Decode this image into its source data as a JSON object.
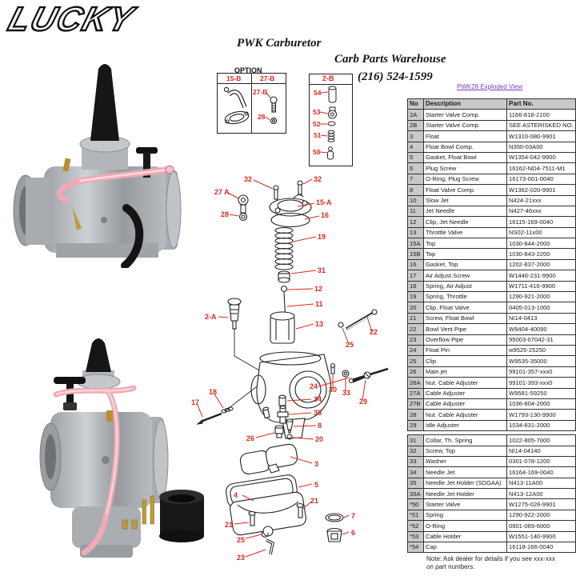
{
  "logo": {
    "text": "LUCKY"
  },
  "header": {
    "line1": "PWK Carburetor",
    "line2": "Carb Parts Warehouse",
    "line3": "(216) 524-1599"
  },
  "link": {
    "label": "PWK28 Exploded View"
  },
  "option_box": {
    "title": "OPTION",
    "col1_label": "15-B",
    "col2_label": "27-B",
    "inner_label_1": "27-B",
    "inner_label_2": "28"
  },
  "choke_box": {
    "title": "2-B",
    "labels": [
      "54",
      "53",
      "52",
      "51",
      "50"
    ]
  },
  "diagram": {
    "labels": [
      "32",
      "32",
      "27 A",
      "28",
      "15-A",
      "16",
      "19",
      "31",
      "12",
      "11",
      "2-A",
      "13",
      "22",
      "25",
      "24",
      "30",
      "33",
      "29",
      "18",
      "17",
      "34",
      "35",
      "8",
      "26",
      "20",
      "3",
      "5",
      "4",
      "21",
      "21",
      "7",
      "6",
      "25",
      "23"
    ]
  },
  "parts_table": {
    "headers": [
      "No",
      "Description",
      "Part No."
    ],
    "group1": [
      {
        "no": "2A",
        "desc": "Starter Valve Comp.",
        "part": "1166-818-2100"
      },
      {
        "no": "2B",
        "desc": "Starter Valve Comp.",
        "part": "SEE ASTERISKED NO."
      },
      {
        "no": "3",
        "desc": "Float",
        "part": "W1310-080-9901"
      },
      {
        "no": "4",
        "desc": "Float Bowl Comp.",
        "part": "N350-03A00"
      },
      {
        "no": "5",
        "desc": "Gasket, Float Bowl",
        "part": "W1354-042-9900"
      },
      {
        "no": "6",
        "desc": "Plug Screw",
        "part": "16162-ND4-7511-M1"
      },
      {
        "no": "7",
        "desc": "O-Ring, Plug Screw",
        "part": "16173-001-0040"
      },
      {
        "no": "8",
        "desc": "Float Valve Comp.",
        "part": "W1362-020-9901"
      },
      {
        "no": "10",
        "desc": "Slow Jet",
        "part": "N424-21xxx"
      },
      {
        "no": "11",
        "desc": "Jet Needle",
        "part": "N427-46xxx"
      },
      {
        "no": "12",
        "desc": "Clip, Jet Needle",
        "part": "16115-169-0040"
      },
      {
        "no": "13",
        "desc": "Throttle Valve",
        "part": "NS02-11x00"
      },
      {
        "no": "15A",
        "desc": "Top",
        "part": "1030-844-2000"
      },
      {
        "no": "15B",
        "desc": "Top",
        "part": "1030-843-2200"
      },
      {
        "no": "16",
        "desc": "Gasket, Top",
        "part": "1202-837-2000"
      },
      {
        "no": "17",
        "desc": "Air Adjust Screw",
        "part": "W1446-231-9900"
      },
      {
        "no": "18",
        "desc": "Spring, Air Adjust",
        "part": "W1711-416-9900"
      },
      {
        "no": "19",
        "desc": "Spring, Throttle",
        "part": "1290-921-2000"
      },
      {
        "no": "20",
        "desc": "Clip, Float Valve",
        "part": "0405-013-1000"
      },
      {
        "no": "21",
        "desc": "Screw, Float Bowl",
        "part": "NI14-0413"
      },
      {
        "no": "22",
        "desc": "Bowl Vent Pipe",
        "part": "W9404-40090"
      },
      {
        "no": "23",
        "desc": "Overflow Pipe",
        "part": "95003-07042-31"
      },
      {
        "no": "24",
        "desc": "Float Pin",
        "part": "w9525-25250"
      },
      {
        "no": "25",
        "desc": "Clip",
        "part": "W9535-35000"
      },
      {
        "no": "26",
        "desc": "Main jet",
        "part": "99101-357-xxx0"
      },
      {
        "no": "26A",
        "desc": "Nut. Cable Adjuster",
        "part": "99101-393-xxx0"
      },
      {
        "no": "27A",
        "desc": "Cable Adjuster",
        "part": "W9581-59250"
      },
      {
        "no": "27B",
        "desc": "Cable Adjuster",
        "part": "1036-804-2000"
      },
      {
        "no": "28",
        "desc": "Nut. Cable Adjuster",
        "part": "W1793-130-9900"
      },
      {
        "no": "29",
        "desc": "Idle Adjuster",
        "part": "1034-831-2000"
      }
    ],
    "group2": [
      {
        "no": "31",
        "desc": "Collar, Th. Spring",
        "part": "1022-805-7000"
      },
      {
        "no": "32",
        "desc": "Screw, Top",
        "part": "NI14-04140"
      },
      {
        "no": "33",
        "desc": "Washer",
        "part": "0301-078-1200"
      },
      {
        "no": "34",
        "desc": "Needle Jet",
        "part": "16164-169-0040"
      },
      {
        "no": "35",
        "desc": "Needle Jet Holder (SDGAA)",
        "part": "N413-11A00"
      },
      {
        "no": "35A",
        "desc": "Needle Jet Holder",
        "part": "N413-12A00"
      }
    ],
    "group3": [
      {
        "no": "*50",
        "desc": "Starter Valve",
        "part": "W1275-028-9901"
      },
      {
        "no": "*51",
        "desc": "Spring",
        "part": "1290-922-2000"
      },
      {
        "no": "*52",
        "desc": "O-Ring",
        "part": "0901-069-6000"
      },
      {
        "no": "*53",
        "desc": "Cable Holder",
        "part": "W1551-140-9900"
      },
      {
        "no": "*54",
        "desc": "Cap",
        "part": "16118-166-0040"
      }
    ]
  },
  "note": {
    "line1": "Note: Ask dealer for details if you see xxx-xxx",
    "line2": "on part numbers."
  },
  "colors": {
    "accent_red": "#d62b1f",
    "link_purple": "#7a3bbf",
    "table_header_bg": "#c9c9c9"
  }
}
